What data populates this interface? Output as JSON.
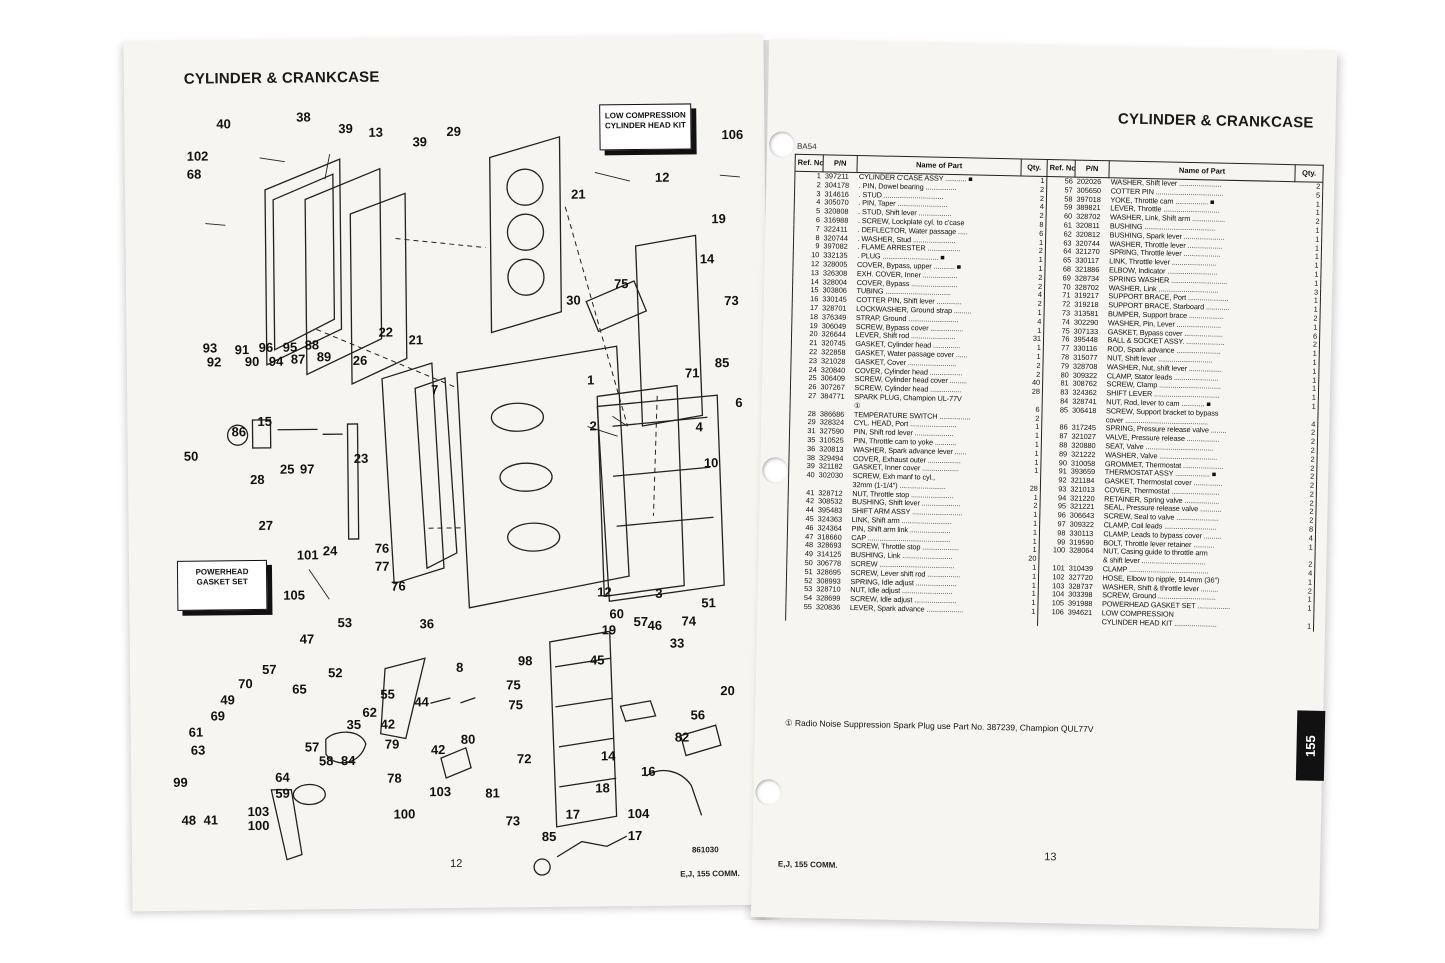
{
  "left_page": {
    "title": "CYLINDER & CRANKCASE",
    "box_low": "LOW COMPRESSION CYLINDER HEAD KIT",
    "box_power": "POWERHEAD GASKET SET",
    "callouts": [
      "40",
      "38",
      "39",
      "13",
      "39",
      "102",
      "68",
      "29",
      "21",
      "106",
      "12",
      "19",
      "30",
      "14",
      "75",
      "73",
      "71",
      "85",
      "93",
      "91",
      "96",
      "95",
      "88",
      "92",
      "90",
      "94",
      "87",
      "89",
      "22",
      "21",
      "26",
      "7",
      "1",
      "6",
      "2",
      "4",
      "10",
      "15",
      "86",
      "50",
      "28",
      "25",
      "97",
      "23",
      "27",
      "101",
      "24",
      "76",
      "77",
      "76",
      "105",
      "3",
      "12",
      "53",
      "60",
      "57",
      "46",
      "51",
      "47",
      "36",
      "19",
      "98",
      "33",
      "74",
      "52",
      "8",
      "45",
      "20",
      "70",
      "57",
      "65",
      "55",
      "75",
      "62",
      "44",
      "49",
      "69",
      "35",
      "42",
      "79",
      "75",
      "56",
      "57",
      "61",
      "63",
      "99",
      "58",
      "84",
      "42",
      "80",
      "82",
      "72",
      "64",
      "59",
      "78",
      "103",
      "48",
      "41",
      "103",
      "100",
      "100",
      "81",
      "73",
      "17",
      "18",
      "104",
      "85",
      "17",
      "16",
      "14"
    ],
    "page_number": "12",
    "code": "861030",
    "footer": "E,J, 155 COMM."
  },
  "right_page": {
    "title": "CYLINDER & CRANKCASE",
    "code": "BA54",
    "headers": [
      "Ref. No.",
      "P/N",
      "Name of Part",
      "Qty.",
      "Ref. No.",
      "P/N",
      "Name of Part",
      "Qty."
    ],
    "left_rows": [
      [
        "1",
        "397211",
        "CYLINDER C'CASE ASSY ........... ■",
        "1"
      ],
      [
        "2",
        "304178",
        ". PIN, Dowel bearing ................",
        "2"
      ],
      [
        "3",
        "314616",
        ". STUD ...............................",
        "2"
      ],
      [
        "4",
        "305070",
        ". PIN, Taper ..........................",
        "4"
      ],
      [
        "5",
        "320808",
        ". STUD, Shift lever .................",
        "2"
      ],
      [
        "6",
        "316988",
        ". SCREW, Lockplate cyl. to c'case",
        "8"
      ],
      [
        "7",
        "322411",
        ". DEFLECTOR, Water passage .....",
        "6"
      ],
      [
        "8",
        "320744",
        ". WASHER, Stud ......................",
        "1"
      ],
      [
        "9",
        "397082",
        ". FLAME ARRESTER .................",
        "2"
      ],
      [
        "10",
        "332135",
        ". PLUG ............................. ■",
        "1"
      ],
      [
        "12",
        "328005",
        "COVER, Bypass, upper ........... ■",
        "1"
      ],
      [
        "13",
        "326308",
        "EXH. COVER, Inner ..................",
        "2"
      ],
      [
        "14",
        "328004",
        "COVER, Bypass ........................",
        "2"
      ],
      [
        "15",
        "303806",
        "TUBING ..................................",
        "4"
      ],
      [
        "16",
        "330145",
        "COTTER PIN, Shift lever .............",
        "2"
      ],
      [
        "17",
        "328701",
        "LOCKWASHER, Ground strap .........",
        "1"
      ],
      [
        "18",
        "376349",
        "STRAP, Ground ..........................",
        "4"
      ],
      [
        "19",
        "306049",
        "SCREW, Bypass cover .................",
        "1"
      ],
      [
        "20",
        "326644",
        "LEVER, Shift rod .......................",
        "31"
      ],
      [
        "21",
        "320745",
        "GASKET, Cylinder head ..............",
        "1"
      ],
      [
        "22",
        "322858",
        "GASKET, Water passage cover ......",
        "1"
      ],
      [
        "23",
        "321028",
        "GASKET, Cover .........................",
        "2"
      ],
      [
        "24",
        "320840",
        "COVER, Cylinder head .................",
        "2"
      ],
      [
        "25",
        "306409",
        "SCREW, Cylinder head cover .........",
        "40"
      ],
      [
        "26",
        "307267",
        "SCREW, Cylinder head ................",
        "28"
      ],
      [
        "27",
        "384771",
        "SPARK PLUG, Champion UL-77V",
        ""
      ],
      [
        "",
        "",
        "①",
        "6"
      ],
      [
        "28",
        "386686",
        "TEMPERATURE SWITCH ................",
        "2"
      ],
      [
        "29",
        "328324",
        "CYL. HEAD, Port ........................",
        "1"
      ],
      [
        "31",
        "327590",
        "PIN, Shift rod lever ....................",
        "1"
      ],
      [
        "35",
        "310525",
        "PIN, Throttle cam to yoke ...........",
        "1"
      ],
      [
        "36",
        "320813",
        "WASHER, Spark advance lever ......",
        "1"
      ],
      [
        "38",
        "329494",
        "COVER, Exhaust outer .................",
        "1"
      ],
      [
        "39",
        "321182",
        "GASKET, Inner cover ...................",
        "1"
      ],
      [
        "40",
        "302030",
        "SCREW, Exh manf to cyl.,",
        ""
      ],
      [
        "",
        "",
        "   32mm (1-1/4\") ........................",
        "28"
      ],
      [
        "41",
        "328712",
        "NUT, Throttle stop ......................",
        "1"
      ],
      [
        "42",
        "308532",
        "BUSHING, Shift lever ....................",
        "2"
      ],
      [
        "44",
        "395483",
        "SHIFT ARM ASSY ..........................",
        "1"
      ],
      [
        "45",
        "324363",
        "LINK, Shift arm ..........................",
        "1"
      ],
      [
        "46",
        "324364",
        "PIN, Shift arm link .....................",
        "1"
      ],
      [
        "47",
        "318660",
        "CAP ...........................................",
        "1"
      ],
      [
        "48",
        "328693",
        "SCREW, Throttle stop ...................",
        "1"
      ],
      [
        "49",
        "314125",
        "BUSHING, Link ..........................",
        "20"
      ],
      [
        "50",
        "306778",
        "SCREW .......................................",
        "1"
      ],
      [
        "51",
        "328695",
        "SCREW, Lever shift rod .................",
        "1"
      ],
      [
        "52",
        "308993",
        "SPRING, Idle adjust .....................",
        "1"
      ],
      [
        "53",
        "328710",
        "NUT, Idle adjust ..........................",
        "1"
      ],
      [
        "54",
        "328699",
        "SCREW, Idle adjust ......................",
        "1"
      ],
      [
        "55",
        "320836",
        "LEVER, Spark advance ...................",
        "1"
      ]
    ],
    "right_rows": [
      [
        "56",
        "202026",
        "WASHER, Shift lever ......................",
        "2"
      ],
      [
        "57",
        "305650",
        "COTTER PIN ...................................",
        "5"
      ],
      [
        "58",
        "397018",
        "YOKE, Throttle cam ................. ■",
        "1"
      ],
      [
        "59",
        "389821",
        "LEVER, Throttle .............................",
        "1"
      ],
      [
        "60",
        "328702",
        "WASHER, Link, Shift arm .................",
        "2"
      ],
      [
        "61",
        "320811",
        "BUSHING .....................................",
        "1"
      ],
      [
        "62",
        "320812",
        "BUSHING, Spark lever .....................",
        "1"
      ],
      [
        "63",
        "320744",
        "WASHER, Throttle lever ..................",
        "1"
      ],
      [
        "64",
        "321270",
        "SPRING, Throttle lever ...................",
        "1"
      ],
      [
        "65",
        "330117",
        "LINK, Throttle lever .......................",
        "1"
      ],
      [
        "68",
        "321886",
        "ELBOW, Indicator ..........................",
        "1"
      ],
      [
        "69",
        "328734",
        "SPRING WASHER .............................",
        "1"
      ],
      [
        "70",
        "328702",
        "WASHER, Link ...............................",
        "3"
      ],
      [
        "71",
        "319217",
        "SUPPORT BRACE, Port .....................",
        "1"
      ],
      [
        "72",
        "319218",
        "SUPPORT BRACE, Starboard ............",
        "1"
      ],
      [
        "73",
        "313581",
        "BUMPER, Support brace ..................",
        "2"
      ],
      [
        "74",
        "302290",
        "WASHER, Pin, Lever .......................",
        "1"
      ],
      [
        "75",
        "307133",
        "GASKET, Bypass cover ....................",
        "6"
      ],
      [
        "76",
        "395448",
        "BALL & SOCKET ASSY. ....................",
        "2"
      ],
      [
        "77",
        "330116",
        "ROD, Spark advance .......................",
        "1"
      ],
      [
        "78",
        "315077",
        "NUT, Shift lever ............................",
        "1"
      ],
      [
        "79",
        "328708",
        "WASHER, Nut, shift lever .................",
        "1"
      ],
      [
        "80",
        "309322",
        "CLAMP, Stator leads .......................",
        "1"
      ],
      [
        "81",
        "308762",
        "SCREW, Clamp ................................",
        "1"
      ],
      [
        "83",
        "324362",
        "SHIFT LEVER ..................................",
        "1"
      ],
      [
        "84",
        "328741",
        "NUT, Rod, lever to cam ............ ■",
        "1"
      ],
      [
        "85",
        "306418",
        "SCREW, Support bracket to bypass",
        ""
      ],
      [
        "",
        "",
        "   cover ...........................................",
        "4"
      ],
      [
        "86",
        "317245",
        "SPRING, Pressure release valve ........",
        "2"
      ],
      [
        "87",
        "321027",
        "VALVE, Pressure release .................",
        "2"
      ],
      [
        "88",
        "320880",
        "SEAT, Valve ...................................",
        "2"
      ],
      [
        "89",
        "321222",
        "WASHER, Valve ..............................",
        "2"
      ],
      [
        "90",
        "310058",
        "GROMMET, Thermostat .....................",
        "2"
      ],
      [
        "91",
        "393659",
        "THERMOSTAT ASSY .................. ■",
        "2"
      ],
      [
        "92",
        "321184",
        "GASKET, Thermostat cover ...............",
        "2"
      ],
      [
        "93",
        "321013",
        "COVER, Thermostat .........................",
        "2"
      ],
      [
        "94",
        "321220",
        "RETAINER, Spring valve ..................",
        "2"
      ],
      [
        "95",
        "321221",
        "SEAL, Pressure release valve ...........",
        "2"
      ],
      [
        "96",
        "306643",
        "SCREW, Seal to valve ......................",
        "2"
      ],
      [
        "97",
        "309322",
        "CLAMP, Coil leads ...........................",
        "8"
      ],
      [
        "98",
        "330113",
        "CLAMP, Leads to bypass cover .........",
        "4"
      ],
      [
        "99",
        "319590",
        "BOLT, Throttle lever retainer ...........",
        "1"
      ],
      [
        "100",
        "328064",
        "NUT, Casing guide to throttle arm",
        ""
      ],
      [
        "",
        "",
        "   & shift lever .................................",
        "2"
      ],
      [
        "101",
        "310439",
        "CLAMP .........................................",
        "4"
      ],
      [
        "102",
        "327720",
        "HOSE, Elbow to nipple, 914mm (36\")",
        "1"
      ],
      [
        "103",
        "328737",
        "WASHER, Shift & throttle lever .........",
        "2"
      ],
      [
        "104",
        "303398",
        "SCREW, Ground ..............................",
        "1"
      ],
      [
        "105",
        "391988",
        "POWERHEAD GASKET SET .................",
        "1"
      ],
      [
        "106",
        "394621",
        "LOW COMPRESSION",
        ""
      ],
      [
        "",
        "",
        "   CYLINDER HEAD KIT ......................",
        "1"
      ]
    ],
    "note": "① Radio Noise Suppression Spark Plug use Part No. 387239, Champion QUL77V",
    "tab": "155",
    "page_number": "13",
    "footer": "E,J, 155 COMM."
  }
}
